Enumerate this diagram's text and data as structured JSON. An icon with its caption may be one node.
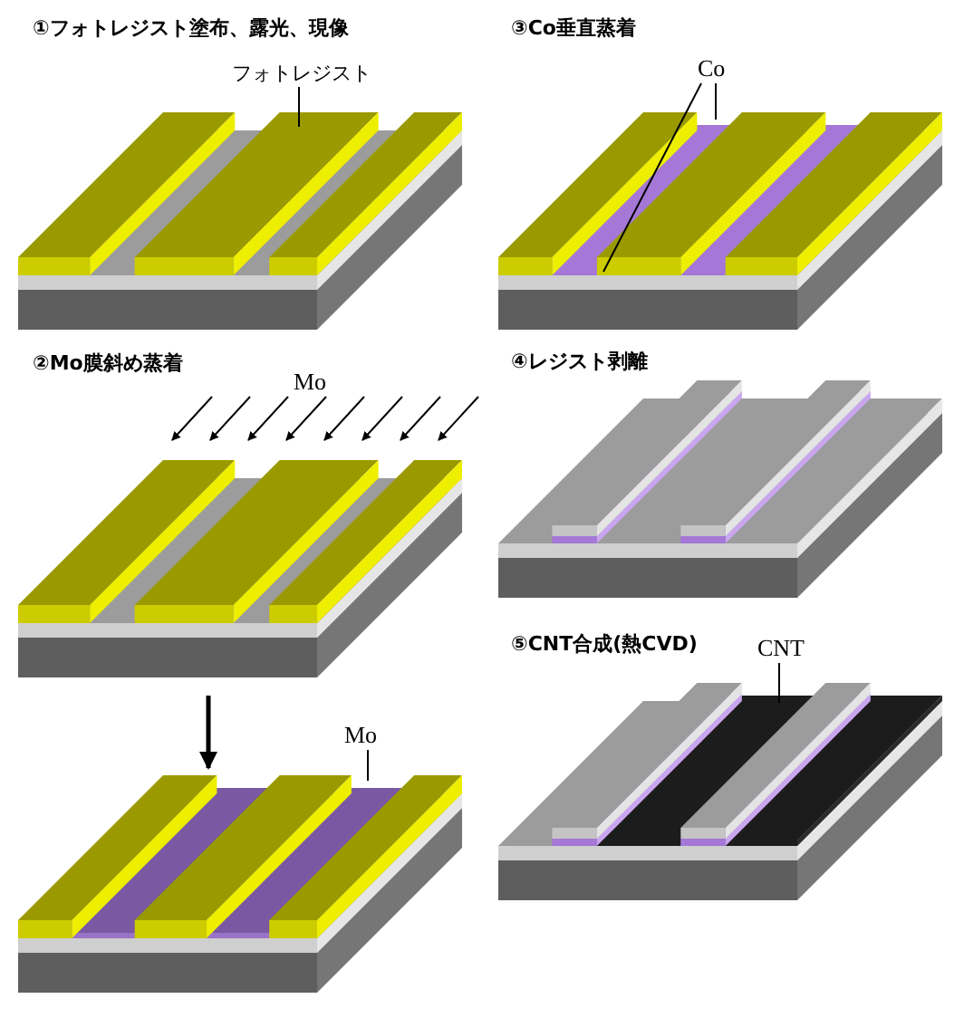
{
  "diagram": {
    "nodes": [
      {
        "text": [
          "フォトレジスト"
        ]
      },
      {
        "text": [
          "Co"
        ]
      },
      {
        "text": [
          "CNT"
        ]
      },
      {
        "text": [
          "Mo"
        ]
      },
      {
        "text": [],
        "shape": "picture"
      },
      {
        "text": [],
        "shape": "picture"
      }
    ],
    "edges": [
      {
        "from": 0,
        "to": null,
        "arrow": "none"
      },
      {
        "from": 1,
        "to": null,
        "arrow": "none"
      },
      {
        "from": 1,
        "to": null,
        "arrow": "none"
      },
      {
        "from": 2,
        "to": null,
        "arrow": "none"
      },
      {
        "from": 3,
        "to": 5,
        "arrow": "none"
      },
      {
        "from": 4,
        "to": 5,
        "arrow": "to",
        "style": "thick"
      }
    ],
    "labels": [
      "①フォトレジスト塗布、露光、現像",
      "③Co垂直蒸着",
      "②Mo膜斜め蒸着",
      "Mo",
      "④レジスト剥離",
      "⑤CNT合成(熱CVD)"
    ]
  }
}
